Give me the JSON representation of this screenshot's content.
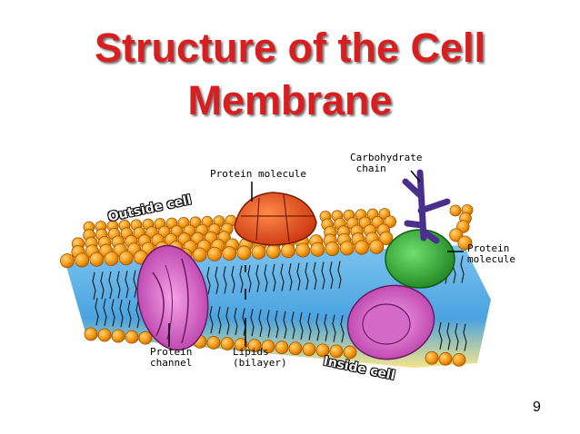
{
  "title": {
    "line1": "Structure of the Cell",
    "line2": "Membrane"
  },
  "labels": {
    "outside_cell": "Outside cell",
    "inside_cell": "Inside cell",
    "carbohydrate_chain": "Carbohydrate\n chain",
    "protein_molecule_top": "Protein molecule",
    "protein_molecule_right": "Protein\nmolecule",
    "protein_channel": "Protein\nchannel",
    "lipids_bilayer": "Lipids\n(bilayer)"
  },
  "page_number": "9",
  "colors": {
    "title": "#d81e1e",
    "lipid_head": "#f39a12",
    "membrane_band": "#5fb4e8",
    "channel_protein": "#c64fb8",
    "surface_protein": "#e5481c",
    "green_protein": "#2aa22a",
    "carbohydrate": "#4b2f8f"
  }
}
